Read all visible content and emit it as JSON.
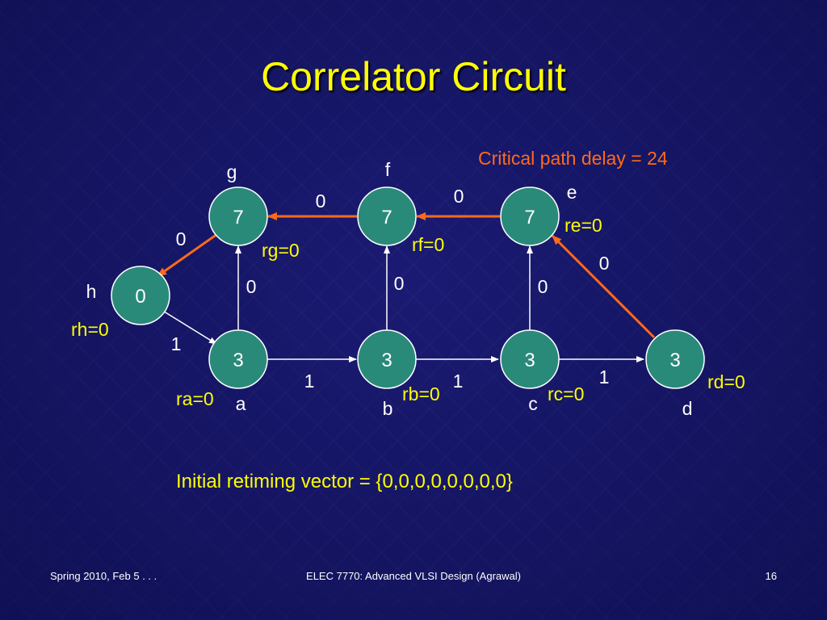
{
  "slide": {
    "title": "Correlator Circuit",
    "critical_path": "Critical path delay = 24",
    "initial_vector": "Initial retiming vector = {0,0,0,0,0,0,0,0}",
    "footer_left": "Spring 2010, Feb 5 . . .",
    "footer_center": "ELEC 7770: Advanced VLSI Design (Agrawal)",
    "footer_right": "16"
  },
  "colors": {
    "title": "#ffff00",
    "node_fill": "#2a8a7a",
    "critical_edge": "#ff6a1a",
    "normal_edge": "#ffffff",
    "retiming_label": "#ffff00"
  },
  "graph": {
    "nodes": [
      {
        "id": "h",
        "delay": "0",
        "name": "h",
        "retiming": "rh=0"
      },
      {
        "id": "g",
        "delay": "7",
        "name": "g",
        "retiming": "rg=0"
      },
      {
        "id": "f",
        "delay": "7",
        "name": "f",
        "retiming": "rf=0"
      },
      {
        "id": "e",
        "delay": "7",
        "name": "e",
        "retiming": "re=0"
      },
      {
        "id": "a",
        "delay": "3",
        "name": "a",
        "retiming": "ra=0"
      },
      {
        "id": "b",
        "delay": "3",
        "name": "b",
        "retiming": "rb=0"
      },
      {
        "id": "c",
        "delay": "3",
        "name": "c",
        "retiming": "rc=0"
      },
      {
        "id": "d",
        "delay": "3",
        "name": "d",
        "retiming": "rd=0"
      }
    ],
    "edges": [
      {
        "from": "h",
        "to": "a",
        "weight": "1",
        "critical": false
      },
      {
        "from": "a",
        "to": "b",
        "weight": "1",
        "critical": false
      },
      {
        "from": "b",
        "to": "c",
        "weight": "1",
        "critical": false
      },
      {
        "from": "c",
        "to": "d",
        "weight": "1",
        "critical": false
      },
      {
        "from": "a",
        "to": "g",
        "weight": "0",
        "critical": false
      },
      {
        "from": "b",
        "to": "f",
        "weight": "0",
        "critical": false
      },
      {
        "from": "c",
        "to": "e",
        "weight": "0",
        "critical": false
      },
      {
        "from": "d",
        "to": "e",
        "weight": "0",
        "critical": true
      },
      {
        "from": "e",
        "to": "f",
        "weight": "0",
        "critical": true
      },
      {
        "from": "f",
        "to": "g",
        "weight": "0",
        "critical": true
      },
      {
        "from": "g",
        "to": "h",
        "weight": "0",
        "critical": true
      }
    ]
  }
}
